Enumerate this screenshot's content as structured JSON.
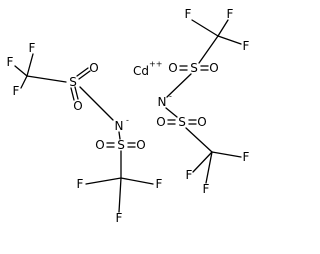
{
  "structure": {
    "atoms": {
      "cd": "Cd",
      "cd_charge": "++",
      "f": "F",
      "s": "S",
      "o": "O",
      "n": "N",
      "n_charge": "-"
    },
    "colors": {
      "bond": "#000000",
      "label": "#000000",
      "background": "#ffffff"
    }
  }
}
